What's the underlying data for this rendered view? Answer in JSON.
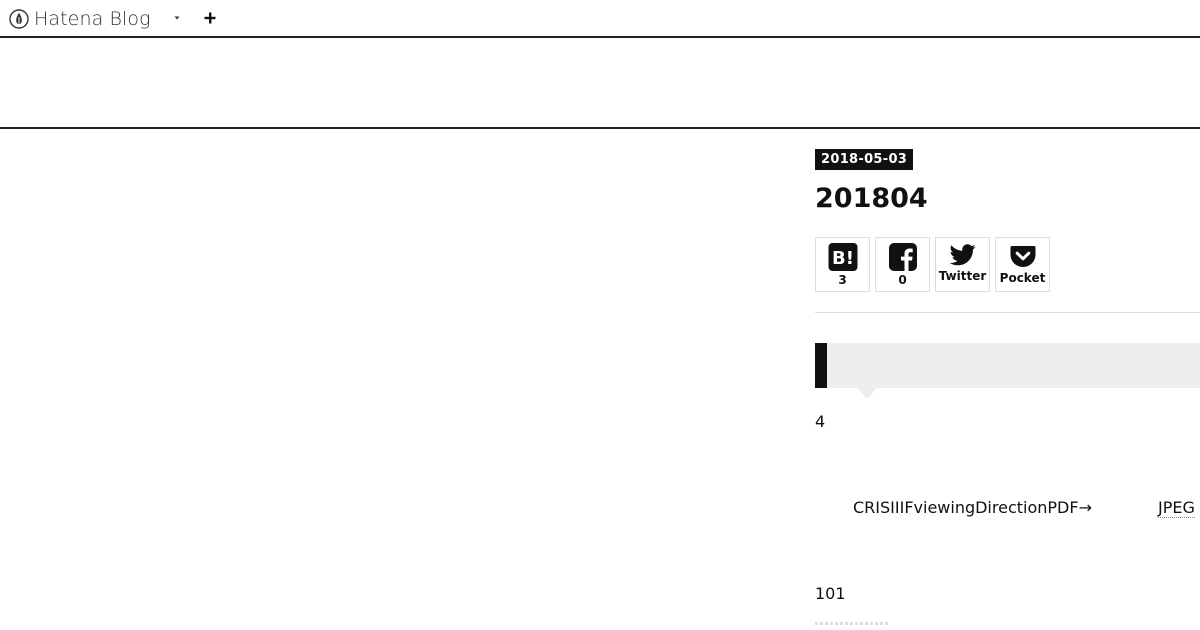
{
  "toolbar": {
    "brand_name": "Hatena Blog",
    "brand_icon": "hatena-ink-drop-icon",
    "menu_icon": "caret-down-icon",
    "add_icon": "plus-icon"
  },
  "entry": {
    "date": "2018-05-03",
    "title": "201804",
    "share": {
      "hatena_bookmark": {
        "icon": "hatena-bookmark-icon",
        "label": "3"
      },
      "facebook": {
        "icon": "facebook-icon",
        "label": "0"
      },
      "twitter": {
        "icon": "twitter-icon",
        "label": "Twitter"
      },
      "pocket": {
        "icon": "pocket-icon",
        "label": "Pocket"
      }
    },
    "body": {
      "count_text": "4",
      "links_text": "CRISIIIFviewingDirectionPDF→",
      "jpeg_text": "JPEG",
      "total_text": "101"
    }
  },
  "colors": {
    "accent": "#111111",
    "heading_bg": "#eeeeee",
    "border": "#dddddd"
  }
}
